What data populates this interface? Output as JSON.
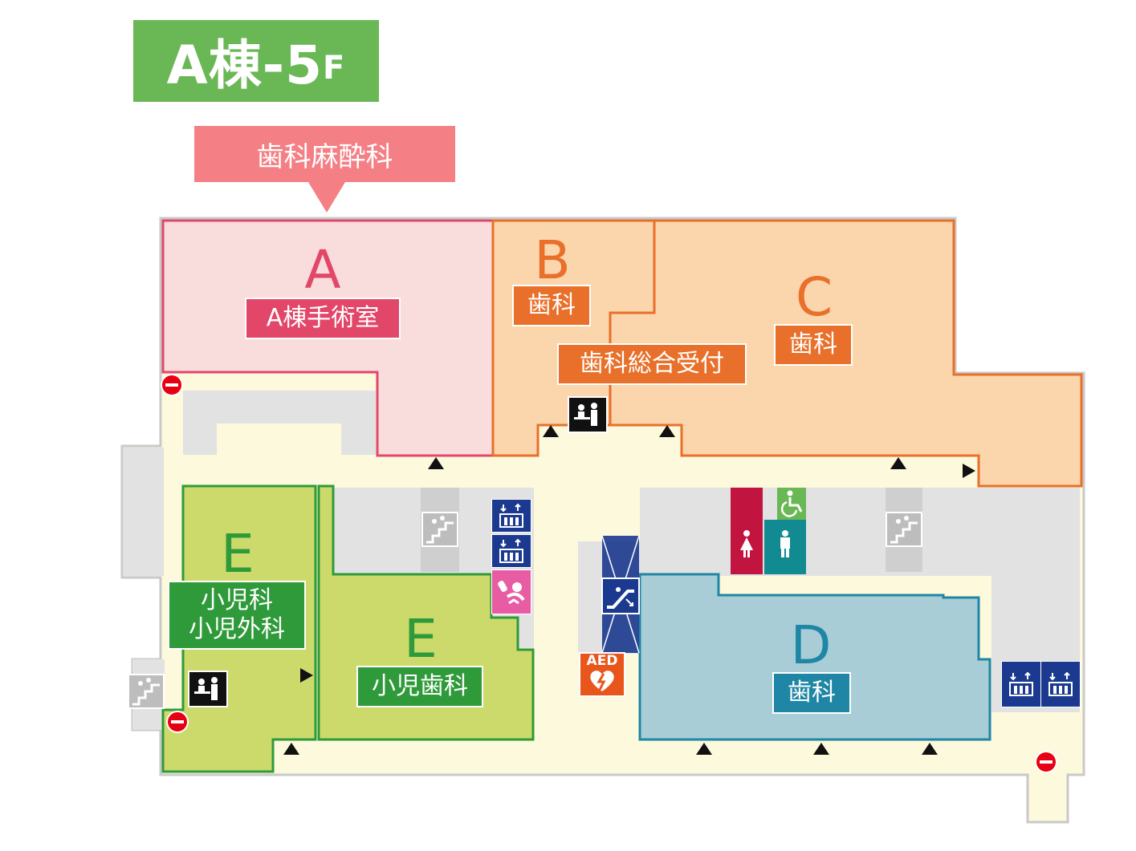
{
  "floor": {
    "title_main": "A棟-5",
    "title_sub": "F"
  },
  "callout": {
    "text": "歯科麻酔科"
  },
  "zones": {
    "A": {
      "letter": "A",
      "label": "A棟手術室"
    },
    "B": {
      "letter": "B",
      "label": "歯科"
    },
    "C": {
      "letter": "C",
      "label": "歯科"
    },
    "reception": {
      "label": "歯科総合受付"
    },
    "D": {
      "letter": "D",
      "label": "歯科"
    },
    "E_left": {
      "letter": "E",
      "label_line1": "小児科",
      "label_line2": "小児外科"
    },
    "E_right": {
      "letter": "E",
      "label": "小児歯科"
    }
  },
  "facility": {
    "aed_text": "AED"
  },
  "colors": {
    "zone_a_fill": "#f9dcdc",
    "zone_a_border": "#e2476a",
    "zone_a_text": "#e2476a",
    "zone_bc_fill": "#fbd5ab",
    "zone_bc_border": "#e8702a",
    "zone_bc_text": "#e8702a",
    "zone_d_fill": "#a8cdd7",
    "zone_d_border": "#1f86a5",
    "zone_d_text": "#1f86a5",
    "zone_e_fill": "#ccd96b",
    "zone_e_border": "#2f9a3a",
    "zone_e_text": "#2f9a3a",
    "corridor": "#fcf9dc",
    "service": "#e2e2e2",
    "floor_title": "#6ab755",
    "callout": "#f47f84"
  },
  "icons": [
    "reception-icon",
    "elevator-icon",
    "escalator-icon",
    "stairs-icon",
    "nursing-room-icon",
    "womens-restroom-icon",
    "mens-restroom-icon",
    "accessible-restroom-icon",
    "aed-icon",
    "no-entry-icon",
    "entrance-arrow-icon"
  ]
}
